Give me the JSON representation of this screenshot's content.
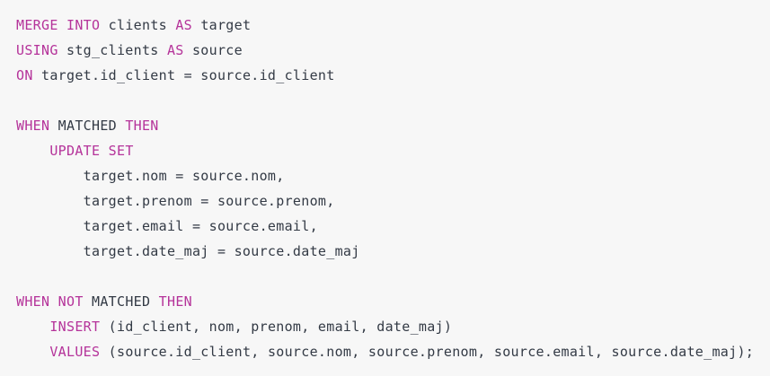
{
  "editor": {
    "language": "sql",
    "background_color": "#f7f7f7",
    "keyword_color": "#b5339a",
    "text_color": "#333a45"
  },
  "code": {
    "full_text": "MERGE INTO clients AS target\nUSING stg_clients AS source\nON target.id_client = source.id_client\n\nWHEN MATCHED THEN\n    UPDATE SET\n        target.nom = source.nom,\n        target.prenom = source.prenom,\n        target.email = source.email,\n        target.date_maj = source.date_maj\n\nWHEN NOT MATCHED THEN\n    INSERT (id_client, nom, prenom, email, date_maj)\n    VALUES (source.id_client, source.nom, source.prenom, source.email, source.date_maj);",
    "lines": [
      {
        "tokens": [
          {
            "t": "MERGE",
            "k": "kw"
          },
          {
            "t": " ",
            "k": "txt"
          },
          {
            "t": "INTO",
            "k": "kw"
          },
          {
            "t": " clients ",
            "k": "txt"
          },
          {
            "t": "AS",
            "k": "kw"
          },
          {
            "t": " target",
            "k": "txt"
          }
        ]
      },
      {
        "tokens": [
          {
            "t": "USING",
            "k": "kw"
          },
          {
            "t": " stg_clients ",
            "k": "txt"
          },
          {
            "t": "AS",
            "k": "kw"
          },
          {
            "t": " source",
            "k": "txt"
          }
        ]
      },
      {
        "tokens": [
          {
            "t": "ON",
            "k": "kw"
          },
          {
            "t": " target.id_client = source.id_client",
            "k": "txt"
          }
        ]
      },
      {
        "tokens": []
      },
      {
        "tokens": [
          {
            "t": "WHEN",
            "k": "kw"
          },
          {
            "t": " MATCHED ",
            "k": "txt"
          },
          {
            "t": "THEN",
            "k": "kw"
          }
        ]
      },
      {
        "tokens": [
          {
            "t": "    ",
            "k": "txt"
          },
          {
            "t": "UPDATE",
            "k": "kw"
          },
          {
            "t": " ",
            "k": "txt"
          },
          {
            "t": "SET",
            "k": "kw"
          }
        ]
      },
      {
        "tokens": [
          {
            "t": "        target.nom = source.nom,",
            "k": "txt"
          }
        ]
      },
      {
        "tokens": [
          {
            "t": "        target.prenom = source.prenom,",
            "k": "txt"
          }
        ]
      },
      {
        "tokens": [
          {
            "t": "        target.email = source.email,",
            "k": "txt"
          }
        ]
      },
      {
        "tokens": [
          {
            "t": "        target.date_maj = source.date_maj",
            "k": "txt"
          }
        ]
      },
      {
        "tokens": []
      },
      {
        "tokens": [
          {
            "t": "WHEN",
            "k": "kw"
          },
          {
            "t": " ",
            "k": "txt"
          },
          {
            "t": "NOT",
            "k": "kw"
          },
          {
            "t": " MATCHED ",
            "k": "txt"
          },
          {
            "t": "THEN",
            "k": "kw"
          }
        ]
      },
      {
        "tokens": [
          {
            "t": "    ",
            "k": "txt"
          },
          {
            "t": "INSERT",
            "k": "kw"
          },
          {
            "t": " (id_client, nom, prenom, email, date_maj)",
            "k": "txt"
          }
        ]
      },
      {
        "tokens": [
          {
            "t": "    ",
            "k": "txt"
          },
          {
            "t": "VALUES",
            "k": "kw"
          },
          {
            "t": " (source.id_client, source.nom, source.prenom, source.email, source.date_maj);",
            "k": "txt"
          }
        ]
      }
    ]
  }
}
